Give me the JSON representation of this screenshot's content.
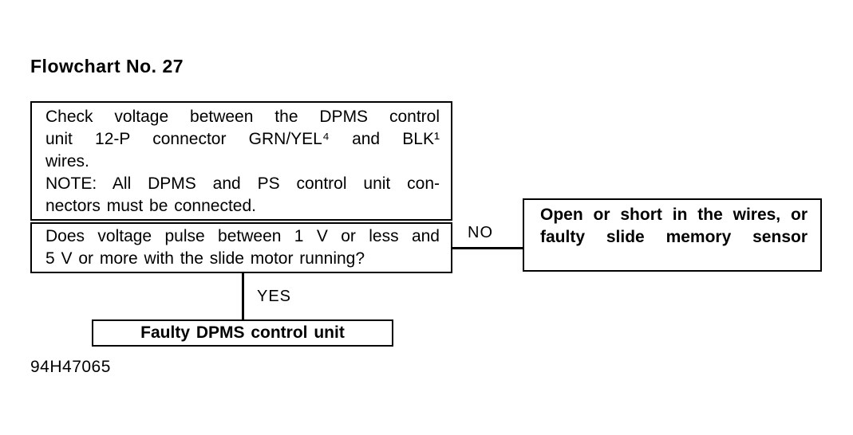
{
  "page": {
    "title": "Flowchart No. 27",
    "document_code": "94H47065",
    "background_color": "#ffffff",
    "line_color": "#000000"
  },
  "flowchart": {
    "check_box": {
      "lines": [
        "Check voltage between the DPMS control",
        "unit 12-P connector GRN/YEL⁴ and BLK¹",
        "wires.",
        "NOTE: All DPMS and PS control unit con-",
        "nectors must be connected."
      ]
    },
    "question_box": {
      "lines": [
        "Does voltage pulse between 1 V or less and",
        "5 V or more with the slide motor running?"
      ]
    },
    "no_branch": {
      "label": "NO",
      "result_lines": [
        "Open or short in the wires, or",
        "faulty slide memory sensor"
      ]
    },
    "yes_branch": {
      "label": "YES",
      "result": "Faulty DPMS control unit"
    }
  }
}
